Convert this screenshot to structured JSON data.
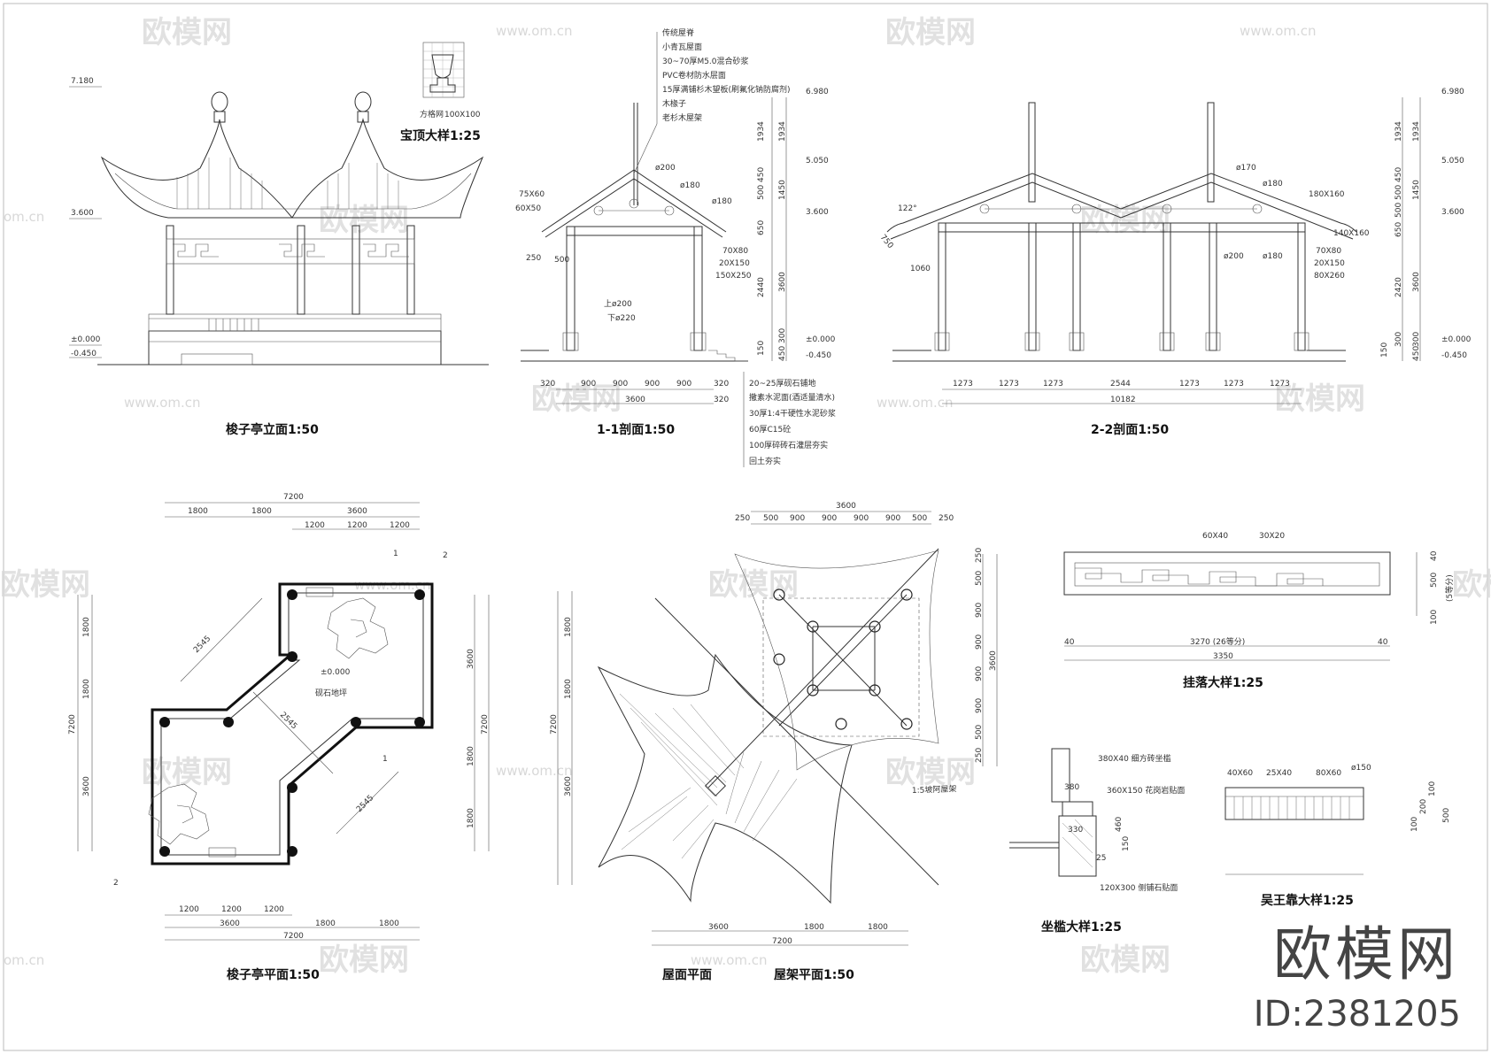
{
  "watermarks": {
    "brand": "欧模网",
    "site": "www.om.cn",
    "site_short": "om.cn",
    "logo_text": "欧模网",
    "id_text": "ID:2381205"
  },
  "titles": {
    "elevation": "梭子亭立面1:50",
    "section11": "1-1剖面1:50",
    "section22": "2-2剖面1:50",
    "plan": "梭子亭平面1:50",
    "roof_plan": "屋面平面",
    "roof_frame": "屋架平面1:50",
    "finial": "宝顶大样1:25",
    "hanging": "挂落大样1:25",
    "seat": "坐槛大样1:25",
    "backrest": "吴王靠大样1:25"
  },
  "elevation": {
    "levels": [
      "7.180",
      "3.600",
      "±0.000",
      "-0.450"
    ],
    "finial_label": "方格网",
    "finial_size": "100X100"
  },
  "section11": {
    "roof_layers": [
      "传统屋脊",
      "小青瓦屋面",
      "30~70厚M5.0混合砂浆",
      "PVC卷材防水层面",
      "15厚满铺杉木望板(刷氟化钠防腐剂)",
      "木椽子",
      "老杉木屋架"
    ],
    "floor_layers": [
      "20~25厚砚石铺地",
      "撒素水泥面(酒适量清水)",
      "30厚1:4干硬性水泥砂浆",
      "60厚C15砼",
      "100厚碎砖石灌层夯实",
      "回土夯实"
    ],
    "levels": [
      "6.980",
      "5.050",
      "3.600",
      "±0.000",
      "-0.450"
    ],
    "tags": [
      "75X60",
      "60X50",
      "ø200",
      "ø180",
      "ø180",
      "70X80",
      "20X150",
      "150X250",
      "上ø200",
      "下ø220"
    ],
    "dims_h": [
      "320",
      "900",
      "900",
      "900",
      "900",
      "320",
      "3600",
      "320"
    ],
    "dims_v": [
      "1934",
      "1934",
      "450",
      "500",
      "1450",
      "650",
      "2440",
      "3600",
      "150",
      "300",
      "450"
    ],
    "side": [
      "250",
      "500"
    ]
  },
  "section22": {
    "angle": "122°",
    "tags": [
      "750",
      "1060",
      "ø170",
      "ø180",
      "180X160",
      "140X160",
      "ø200",
      "ø180",
      "70X80",
      "20X150",
      "80X260"
    ],
    "levels": [
      "6.980",
      "5.050",
      "3.600",
      "±0.000",
      "-0.450"
    ],
    "dims_h": [
      "1273",
      "1273",
      "1273",
      "2544",
      "1273",
      "1273",
      "1273"
    ],
    "total": "10182",
    "dims_v": [
      "1934",
      "1934",
      "450",
      "500",
      "1450",
      "500",
      "650",
      "2420",
      "3600",
      "150",
      "300",
      "300",
      "450"
    ]
  },
  "plan": {
    "top": [
      "7200",
      "1800",
      "1800",
      "3600",
      "1200",
      "1200",
      "1200"
    ],
    "bottom": [
      "1200",
      "1200",
      "1200",
      "3600",
      "1800",
      "1800",
      "7200"
    ],
    "left": [
      "1800",
      "1800",
      "7200",
      "3600"
    ],
    "right": [
      "3600",
      "7200",
      "1800",
      "1800"
    ],
    "diag": [
      "2545",
      "2545",
      "2545"
    ],
    "level": "±0.000",
    "paving": "砚石地坪",
    "cut1": "1",
    "cut2": "2"
  },
  "roof": {
    "top": [
      "3600",
      "250",
      "500",
      "900",
      "900",
      "900",
      "900",
      "500",
      "250"
    ],
    "right": [
      "250",
      "500",
      "900",
      "900",
      "900",
      "900",
      "500",
      "250",
      "3600"
    ],
    "left": [
      "1800",
      "1800",
      "7200",
      "3600"
    ],
    "bottom": [
      "3600",
      "1800",
      "1800",
      "7200"
    ],
    "note": "1:5坡阿屋架"
  },
  "hanging": {
    "tags": [
      "60X40",
      "30X20"
    ],
    "d1": "40",
    "d2": "40",
    "span": "3270 (26等分)",
    "total": "3350",
    "v1": "500",
    "v2": "40",
    "v3": "100",
    "v4": "(5等分)"
  },
  "seat": {
    "tags": [
      "380X40 细方砖坐槛",
      "360X150 花岗岩贴面",
      "120X300 侧铺石贴面"
    ],
    "dims": [
      "380",
      "460",
      "330",
      "150",
      "25"
    ]
  },
  "backrest": {
    "tags": [
      "40X60",
      "25X40",
      "80X60",
      "ø150"
    ],
    "dims": [
      "100",
      "200",
      "100",
      "500"
    ]
  }
}
